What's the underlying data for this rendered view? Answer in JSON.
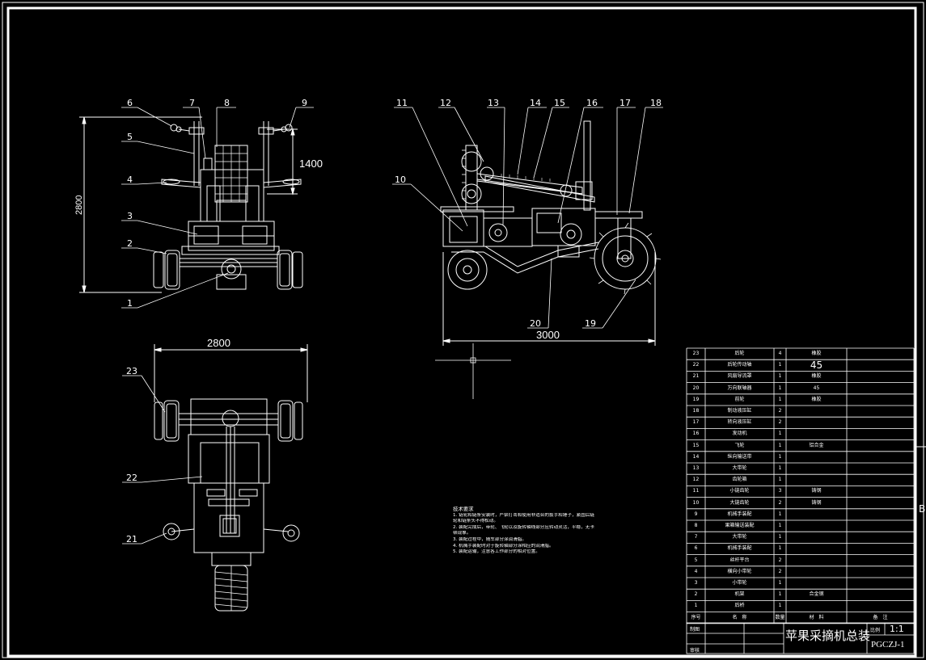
{
  "drawing": {
    "title": "苹果采摘机总装",
    "code": "PGCZJ-1",
    "scale_label": "比例",
    "scale": "1:1",
    "drawn_label": "制图",
    "checked_label": "审核",
    "edge_mark": "B"
  },
  "dimensions": {
    "front_height": "2800",
    "front_arm": "1400",
    "side_length": "3000",
    "top_width": "2800"
  },
  "callouts": [
    "1",
    "2",
    "3",
    "4",
    "5",
    "6",
    "7",
    "8",
    "9",
    "10",
    "11",
    "12",
    "13",
    "14",
    "15",
    "16",
    "17",
    "18",
    "19",
    "20",
    "21",
    "22",
    "23"
  ],
  "notes": {
    "heading": "技术要求",
    "lines": [
      "1. 链轮和链条安装时，严禁打击和使用非适合的扳手和锤子，紧固后链",
      "轮和链条头不得松动。",
      "2. 装配完成后，带轮、飞轮以及旋转轴线部分应转动灵活，平稳，无卡",
      "顿现象。",
      "3. 装配过程中，随车部分涂润滑脂。",
      "4. 机械手装配时对于旋转轴部分涂相应的润滑脂。",
      "5. 装配运输，注意各工作部分的相对位置。"
    ]
  },
  "bom": {
    "headers": {
      "no": "序号",
      "name": "名　称",
      "qty": "数量",
      "mat": "材　料",
      "rem": "备　注"
    },
    "rows": [
      {
        "no": "23",
        "name": "后轮",
        "qty": "4",
        "mat": "橡胶",
        "big": false
      },
      {
        "no": "22",
        "name": "后轮传动轴",
        "qty": "1",
        "mat": "45",
        "big": true
      },
      {
        "no": "21",
        "name": "风扇导流罩",
        "qty": "1",
        "mat": "橡胶",
        "big": false
      },
      {
        "no": "20",
        "name": "万向联轴器",
        "qty": "1",
        "mat": "45",
        "big": false
      },
      {
        "no": "19",
        "name": "前轮",
        "qty": "1",
        "mat": "橡胶",
        "big": false
      },
      {
        "no": "18",
        "name": "制动液压缸",
        "qty": "2",
        "mat": "",
        "big": false
      },
      {
        "no": "17",
        "name": "转向液压缸",
        "qty": "2",
        "mat": "",
        "big": false
      },
      {
        "no": "16",
        "name": "发动机",
        "qty": "1",
        "mat": "",
        "big": false
      },
      {
        "no": "15",
        "name": "飞轮",
        "qty": "1",
        "mat": "铝合金",
        "big": false
      },
      {
        "no": "14",
        "name": "纵向输送带",
        "qty": "1",
        "mat": "",
        "big": false
      },
      {
        "no": "13",
        "name": "大带轮",
        "qty": "1",
        "mat": "",
        "big": false
      },
      {
        "no": "12",
        "name": "齿轮箱",
        "qty": "1",
        "mat": "",
        "big": false
      },
      {
        "no": "11",
        "name": "小链齿轮",
        "qty": "3",
        "mat": "铸钢",
        "big": false
      },
      {
        "no": "10",
        "name": "大链齿轮",
        "qty": "2",
        "mat": "铸钢",
        "big": false
      },
      {
        "no": "9",
        "name": "机械手装配",
        "qty": "1",
        "mat": "",
        "big": false
      },
      {
        "no": "8",
        "name": "果箱输送装配",
        "qty": "1",
        "mat": "",
        "big": false
      },
      {
        "no": "7",
        "name": "大带轮",
        "qty": "1",
        "mat": "",
        "big": false
      },
      {
        "no": "6",
        "name": "机械手装配",
        "qty": "1",
        "mat": "",
        "big": false
      },
      {
        "no": "5",
        "name": "丝杆平台",
        "qty": "2",
        "mat": "",
        "big": false
      },
      {
        "no": "4",
        "name": "横向小带轮",
        "qty": "2",
        "mat": "",
        "big": false
      },
      {
        "no": "3",
        "name": "小带轮",
        "qty": "1",
        "mat": "",
        "big": false
      },
      {
        "no": "2",
        "name": "机架",
        "qty": "1",
        "mat": "合金钢",
        "big": false
      },
      {
        "no": "1",
        "name": "后桥",
        "qty": "1",
        "mat": "",
        "big": false
      }
    ]
  }
}
